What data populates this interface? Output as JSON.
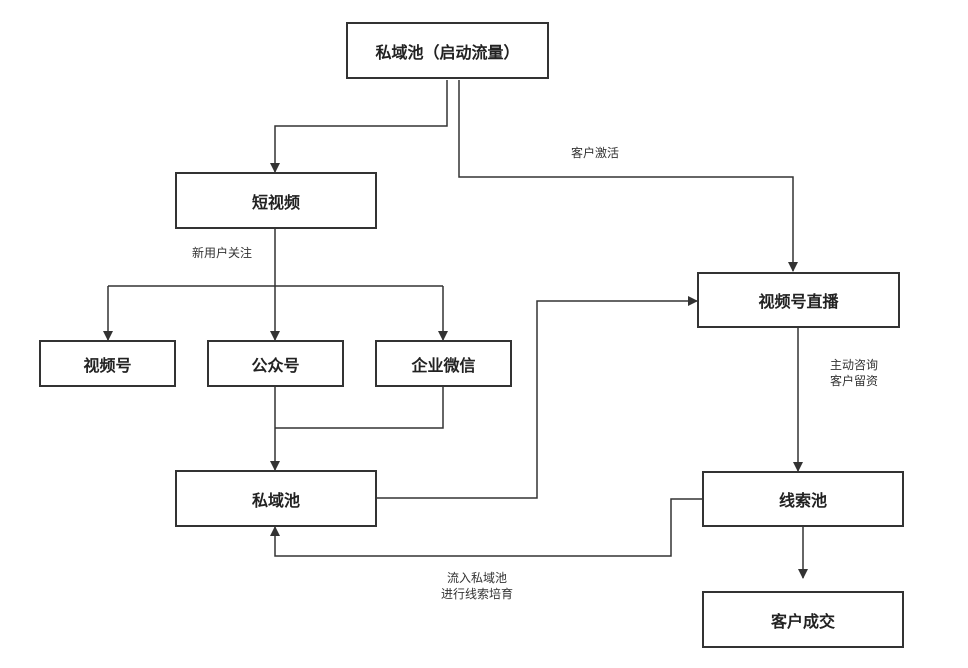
{
  "nodes": {
    "private_pool_start": "私域池（启动流量）",
    "short_video": "短视频",
    "channels": "视频号",
    "official_account": "公众号",
    "wecom": "企业微信",
    "private_pool": "私域池",
    "channels_live": "视频号直播",
    "lead_pool": "线索池",
    "deal": "客户成交"
  },
  "edge_labels": {
    "customer_activation": "客户激活",
    "new_followers": "新用户关注",
    "inquiry_line1": "主动咨询",
    "inquiry_line2": "客户留资",
    "nurture_line1": "流入私域池",
    "nurture_line2": "进行线索培育"
  },
  "colors": {
    "stroke": "#333333",
    "background": "#ffffff",
    "text": "#222222"
  }
}
